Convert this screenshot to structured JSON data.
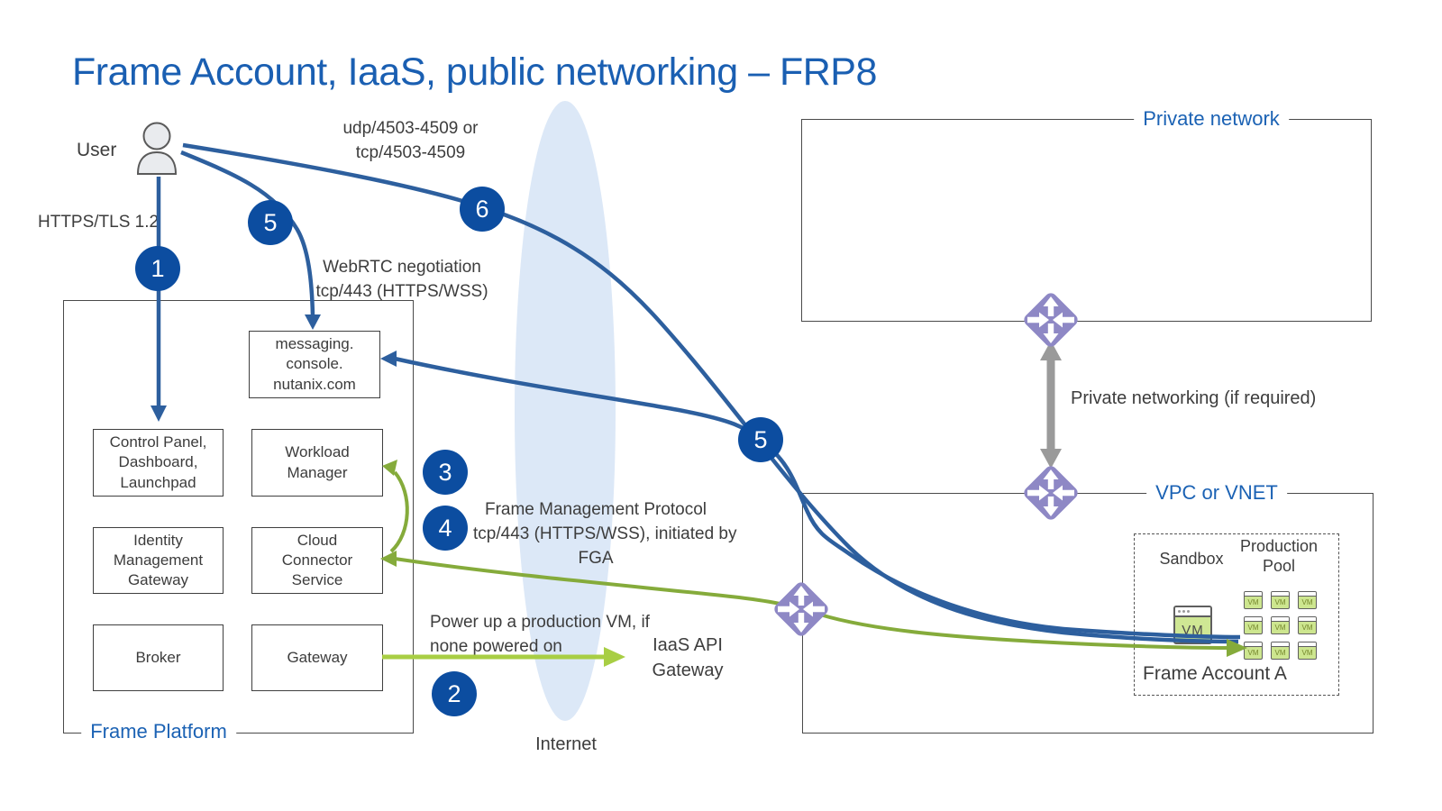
{
  "title": "Frame Account, IaaS, public networking – FRP8",
  "user": {
    "label": "User"
  },
  "steps": {
    "s1": "1",
    "s2": "2",
    "s3": "3",
    "s4": "4",
    "s5a": "5",
    "s5b": "5",
    "s6": "6"
  },
  "edges": {
    "https_tls": "HTTPS/TLS 1.2",
    "udp_line1": "udp/4503-4509 or",
    "udp_line2": "tcp/4503-4509",
    "webrtc_line1": "WebRTC negotiation",
    "webrtc_line2": "tcp/443 (HTTPS/WSS)",
    "fmp_line1": "Frame Management Protocol",
    "fmp_line2": "tcp/443 (HTTPS/WSS), initiated by",
    "fmp_line3": "FGA",
    "powerup_line1": "Power up a production VM, if",
    "powerup_line2": "none powered on",
    "iaas_line1": "IaaS API",
    "iaas_line2": "Gateway",
    "private_networking": "Private networking (if required)",
    "internet": "Internet"
  },
  "frame_platform": {
    "label": "Frame Platform",
    "messaging": [
      "messaging.",
      "console.",
      "nutanix.com"
    ],
    "control_panel": [
      "Control Panel,",
      "Dashboard,",
      "Launchpad"
    ],
    "workload_manager": [
      "Workload",
      "Manager"
    ],
    "identity_gateway": [
      "Identity",
      "Management",
      "Gateway"
    ],
    "cloud_connector": [
      "Cloud",
      "Connector",
      "Service"
    ],
    "broker": "Broker",
    "gateway": "Gateway"
  },
  "private_network": {
    "label": "Private network"
  },
  "vpc": {
    "label": "VPC or VNET",
    "frame_account": {
      "label": "Frame Account A",
      "sandbox_label": "Sandbox",
      "production_line1": "Production",
      "production_line2": "Pool",
      "vm_label": "VM"
    }
  },
  "colors": {
    "accent_blue": "#1b62b4",
    "line_blue": "#2d5f9e",
    "circle_blue": "#0c4da0",
    "green_dark": "#85ab3b",
    "green_bright": "#a8ce44",
    "purple_router": "#8e88c5",
    "gray_arrow": "#9a9a9a",
    "internet_fill": "#dce8f7"
  }
}
